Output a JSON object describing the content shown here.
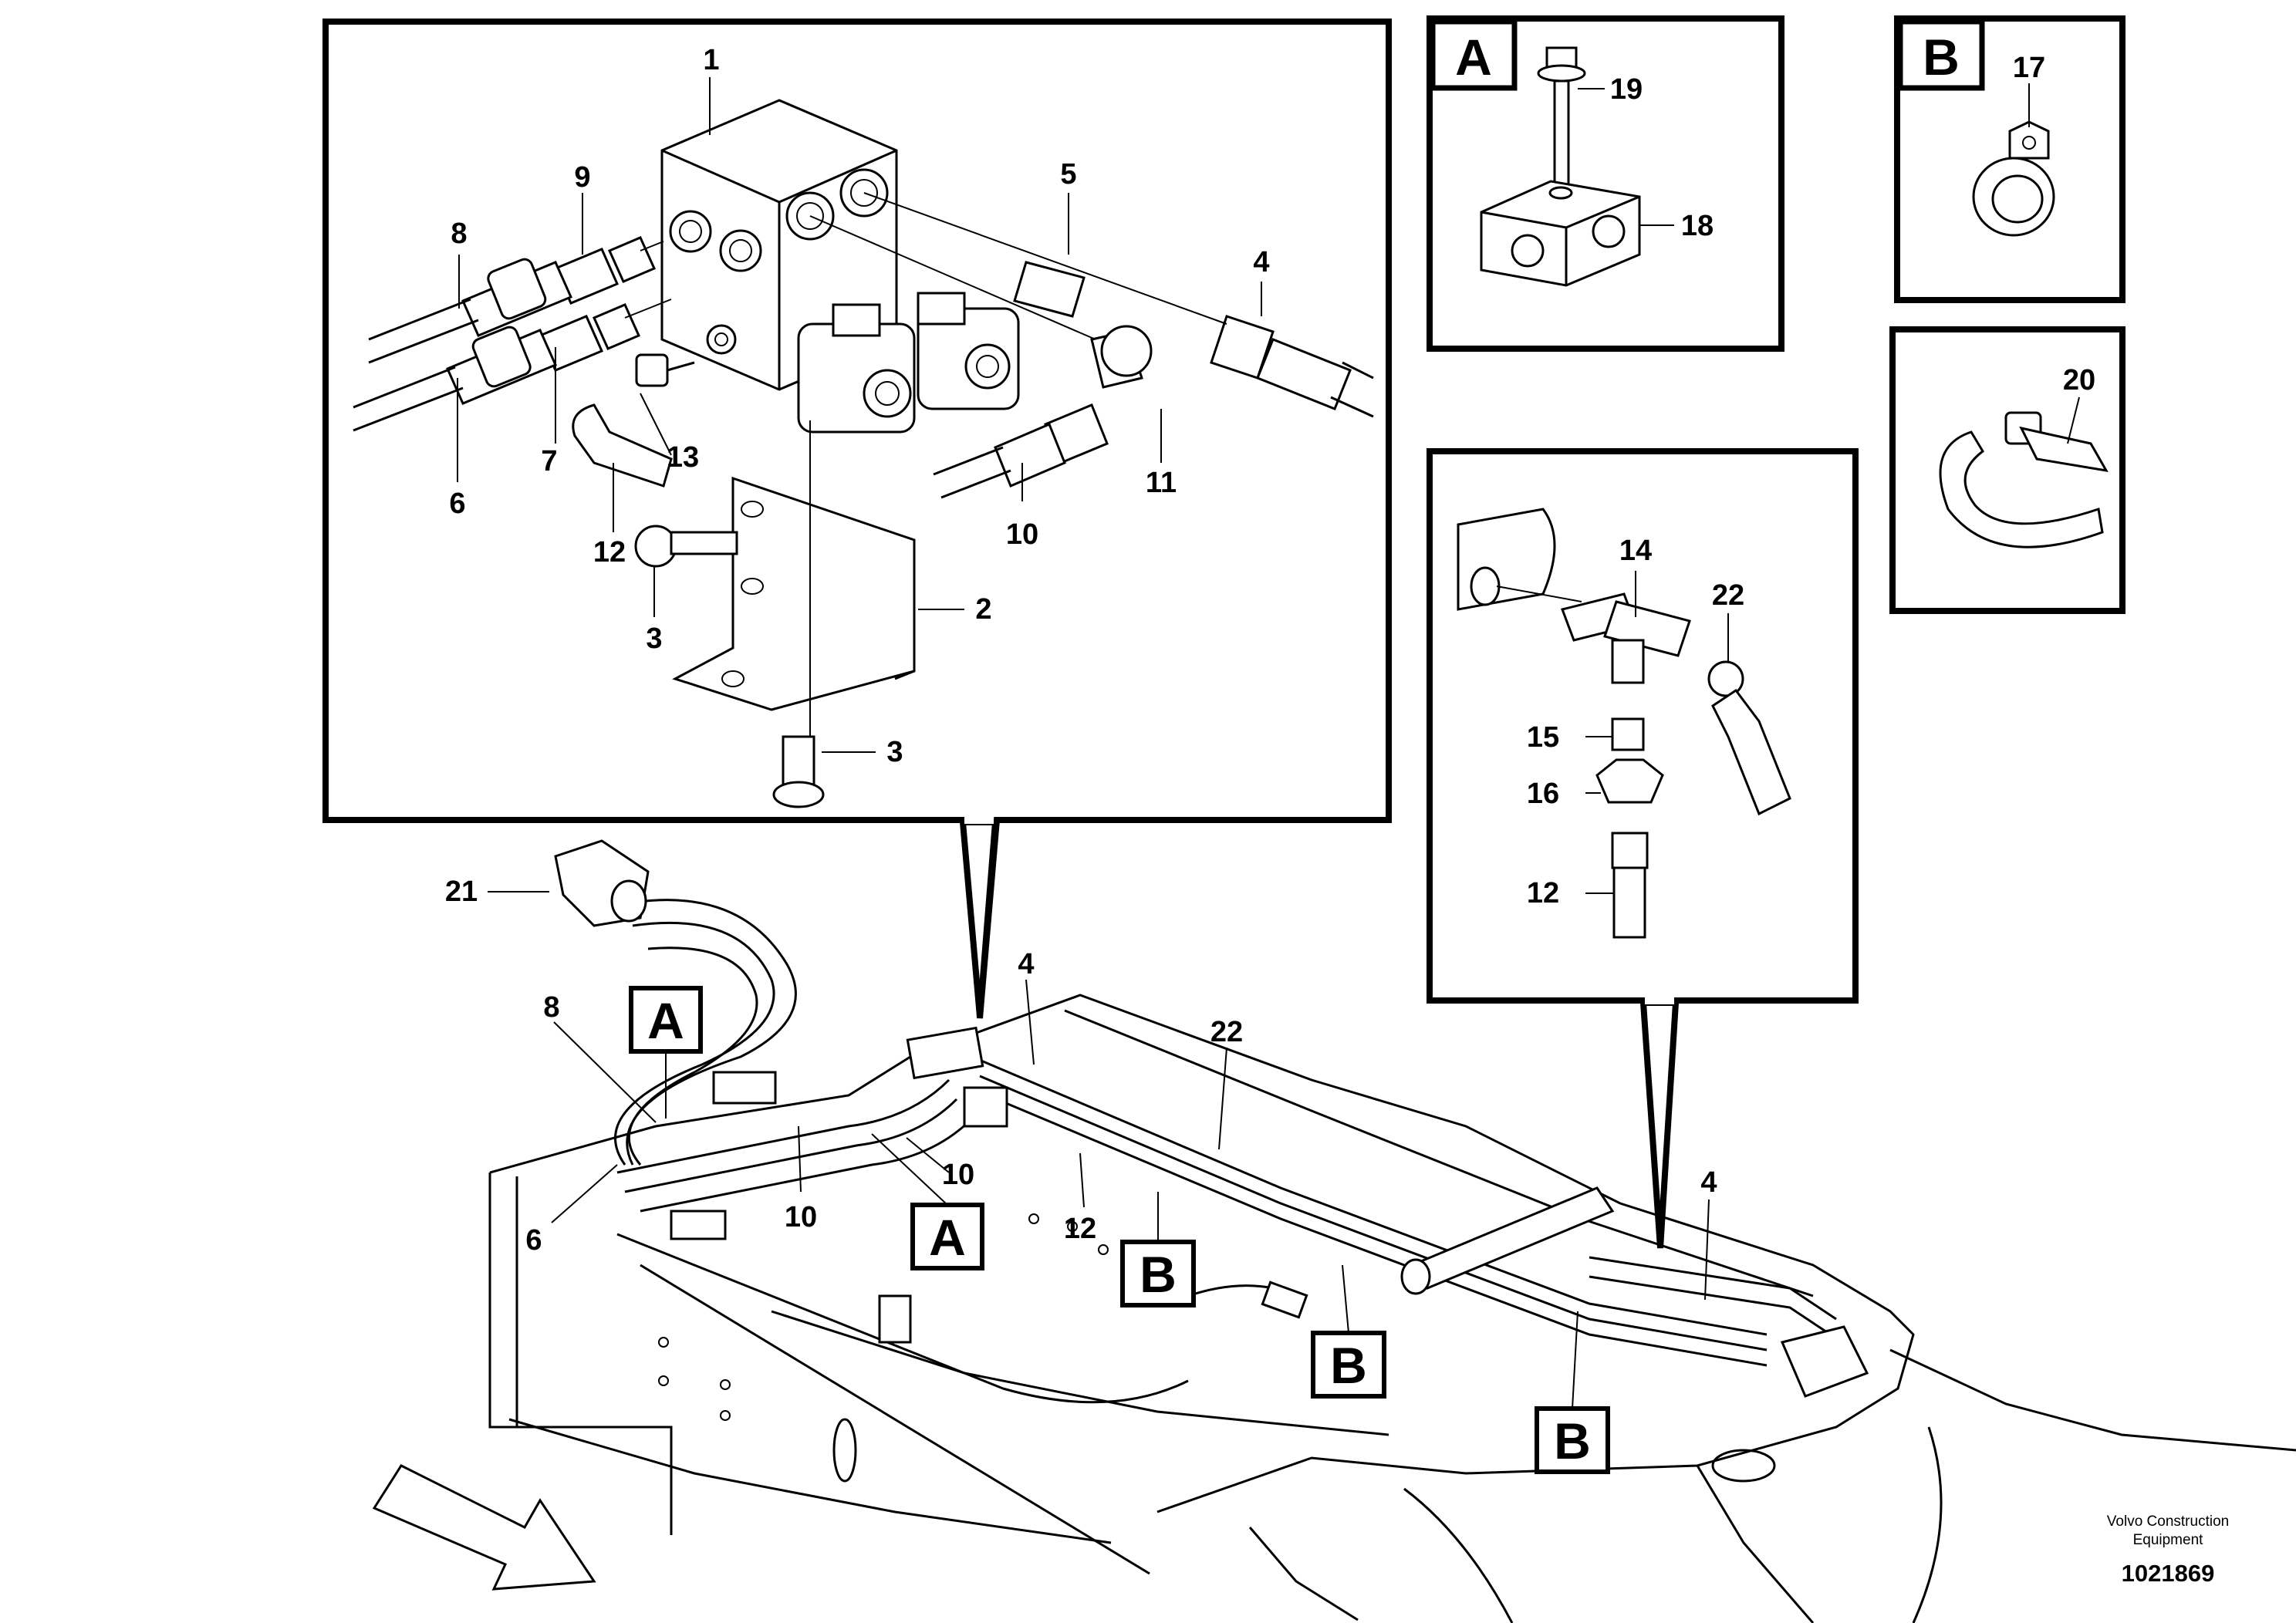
{
  "callouts": {
    "main": [
      "1",
      "9",
      "8",
      "5",
      "4",
      "6",
      "7",
      "13",
      "11",
      "12",
      "3",
      "10",
      "2",
      "3"
    ],
    "detail_a": [
      "19",
      "18"
    ],
    "detail_b": [
      "17"
    ],
    "strap": [
      "20"
    ],
    "tee": [
      "14",
      "22",
      "15",
      "16",
      "12"
    ],
    "machine": [
      "21",
      "4",
      "8",
      "22",
      "6",
      "10",
      "10",
      "12",
      "4"
    ]
  },
  "view_labels": {
    "detail_a": "A",
    "detail_b": "B",
    "machine_a": [
      "A",
      "A"
    ],
    "machine_b": [
      "B",
      "B",
      "B"
    ]
  },
  "footer": {
    "brand_line1": "Volvo Construction",
    "brand_line2": "Equipment",
    "doc_number": "1021869"
  },
  "icons": {
    "direction_arrow": "forward-direction-arrow-icon"
  }
}
